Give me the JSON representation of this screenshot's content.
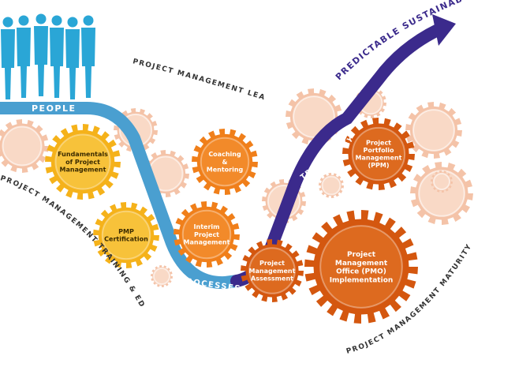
{
  "path_labels": {
    "people": "PEOPLE",
    "processes": "PROCESSES",
    "technology": "TECHNOLOGY",
    "outcome": "PREDICTABLE SUSTAINABLE RESULTS"
  },
  "axis_labels": {
    "leadership": "PROJECT MANAGEMENT LEADERSHIP?",
    "training": "PROJECT MANAGEMENT TRAINING & EDUCATION",
    "maturity": "PROJECT MANAGEMENT MATURITY"
  },
  "gears": {
    "fundamentals": [
      "Fundamentals",
      "of Project",
      "Management"
    ],
    "pmp": [
      "PMP",
      "Certification"
    ],
    "coaching": [
      "Coaching",
      "&",
      "Mentoring"
    ],
    "interim": [
      "Interim",
      "Project",
      "Management"
    ],
    "assessment": [
      "Project",
      "Management",
      "Assessment"
    ],
    "ppm": [
      "Project",
      "Portfolio",
      "Management",
      "(PPM)"
    ],
    "pmo": [
      "Project",
      "Management",
      "Office (PMO)",
      "Implementation"
    ]
  },
  "colors": {
    "people_figures": "#2aa6d6",
    "path_blue": "#4a9fd0",
    "path_purple": "#3b2a8c",
    "gear_yellow": "#f5b21a",
    "gear_orange": "#f07f1a",
    "gear_dark_orange": "#d4570f",
    "gear_faded": "#f4c3a8"
  }
}
